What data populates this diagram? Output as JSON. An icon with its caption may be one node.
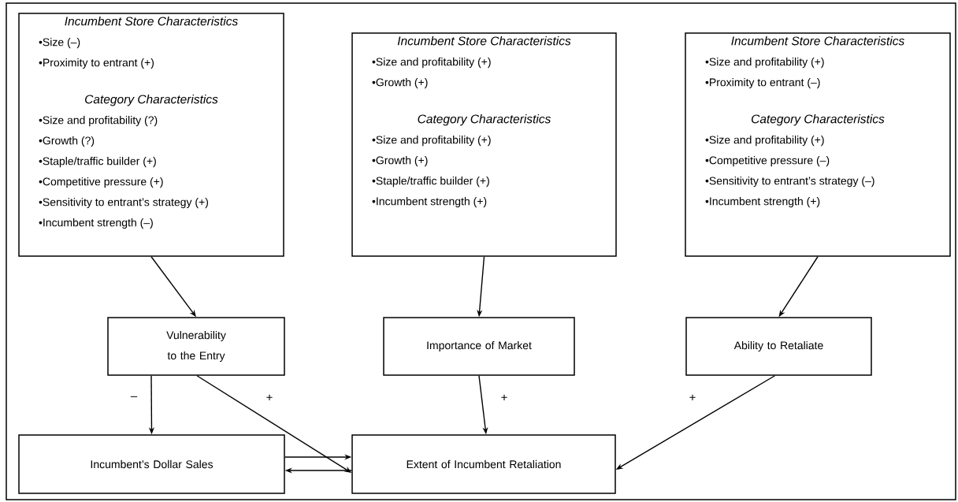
{
  "diagram": {
    "nodes": [
      {
        "text": [
          "Incumbent Store Characteristics",
          "•Size (–)",
          "•Proximity to entrant (+)",
          "Category Characteristics",
          "•Size and profitability (?)",
          "•Growth (?)",
          "•Staple/traffic builder (+)",
          "•Competitive pressure (+)",
          "•Sensitivity to entrant’s strategy (+)",
          "•Incumbent strength (–)"
        ]
      },
      {
        "text": [
          "Incumbent Store Characteristics",
          "•Size and profitability (+)",
          "•Growth (+)",
          "Category Characteristics",
          "•Size and profitability (+)",
          "•Growth (+)",
          "•Staple/traffic builder (+)",
          "•Incumbent strength (+)"
        ]
      },
      {
        "text": [
          "Incumbent Store Characteristics",
          "•Size and profitability (+)",
          "•Proximity to entrant (–)",
          "Category Characteristics",
          "•Size and profitability (+)",
          "•Competitive pressure (–)",
          "•Sensitivity to entrant’s strategy (–)",
          "•Incumbent strength (+)"
        ]
      },
      {
        "text": [
          "Vulnerability to the Entry"
        ]
      },
      {
        "text": [
          "Importance of Market"
        ]
      },
      {
        "text": [
          "Ability to Retaliate"
        ]
      },
      {
        "text": [
          "Incumbent’s Dollar Sales"
        ]
      },
      {
        "text": [
          "Extent of Incumbent Retaliation"
        ]
      }
    ],
    "edges": [
      {
        "from": 0,
        "to": 3,
        "arrow": "to"
      },
      {
        "from": 1,
        "to": 4,
        "arrow": "to"
      },
      {
        "from": 2,
        "to": 5,
        "arrow": "to"
      },
      {
        "from": 3,
        "to": 6,
        "arrow": "to",
        "label": "–"
      },
      {
        "from": 3,
        "to": 7,
        "arrow": "to",
        "label": "+"
      },
      {
        "from": 4,
        "to": 7,
        "arrow": "to",
        "label": "+"
      },
      {
        "from": 5,
        "to": 7,
        "arrow": "to",
        "label": "+"
      },
      {
        "from": 6,
        "to": 7,
        "arrow": "to"
      },
      {
        "from": 7,
        "to": 6,
        "arrow": "to"
      }
    ]
  }
}
